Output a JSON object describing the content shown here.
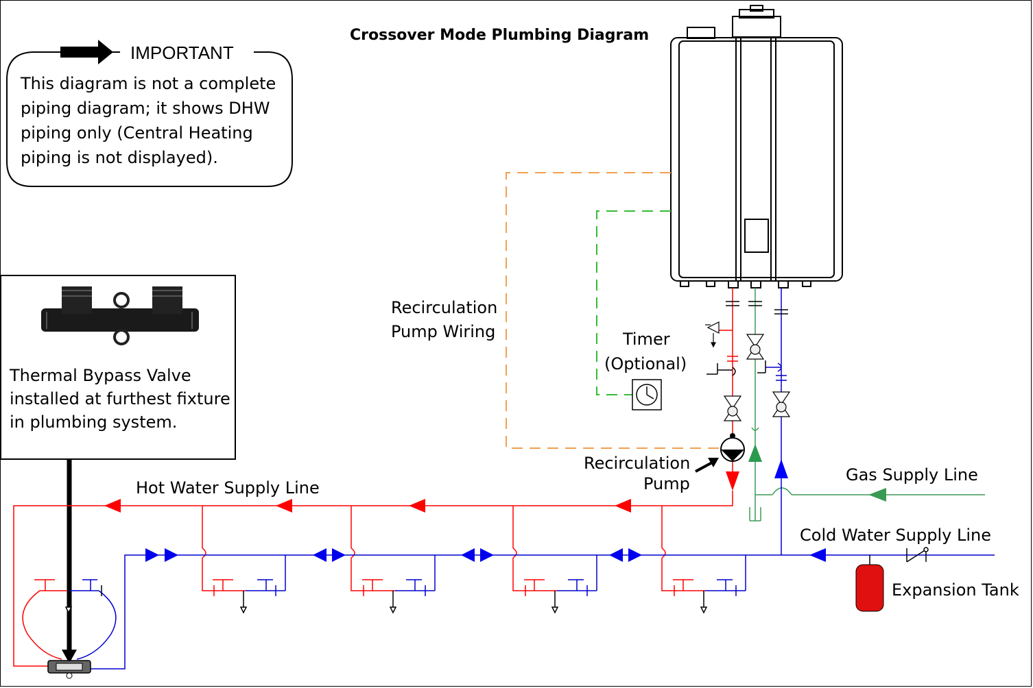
{
  "title": "Crossover Mode Plumbing Diagram",
  "important_box": {
    "heading": "IMPORTANT",
    "lines": [
      "This diagram is not a complete",
      "piping diagram; it shows DHW",
      "piping only (Central Heating",
      "piping is not displayed)."
    ]
  },
  "bypass_box": {
    "lines": [
      "Thermal Bypass Valve",
      "installed at furthest fixture",
      "in plumbing system."
    ]
  },
  "labels": {
    "pump_wiring": [
      "Recirculation",
      "Pump Wiring"
    ],
    "timer": [
      "Timer",
      "(Optional)"
    ],
    "pump": [
      "Recirculation",
      "Pump"
    ],
    "hot_line": "Hot Water Supply Line",
    "gas_line": "Gas Supply Line",
    "cold_line": "Cold Water Supply Line",
    "expansion_tank": "Expansion Tank"
  },
  "colors": {
    "hot": "#ff0000",
    "cold": "#0000cc",
    "gas": "#3a9a55",
    "wiring_orange": "#f0a050",
    "wiring_green": "#33bb33",
    "tank": "#e01010"
  },
  "icons": [
    "arrow-right-icon",
    "heater-unit-icon",
    "timer-clock-icon",
    "pump-icon",
    "valve-icon",
    "expansion-tank-icon",
    "bypass-valve-icon"
  ]
}
